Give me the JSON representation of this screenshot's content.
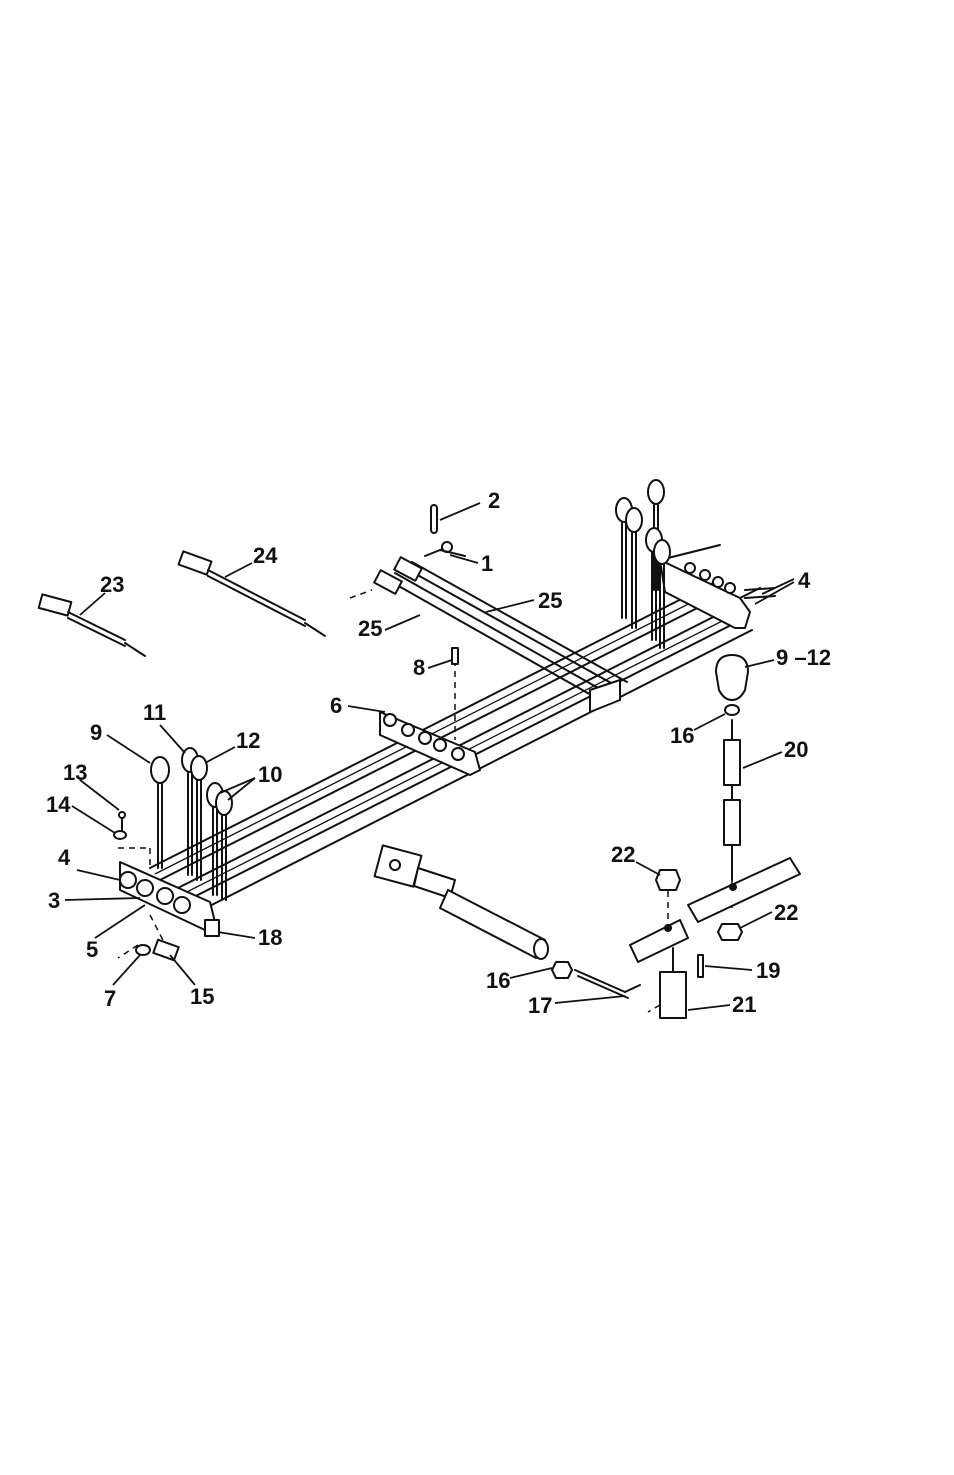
{
  "callouts": [
    {
      "id": "c1",
      "text": "1"
    },
    {
      "id": "c2",
      "text": "2"
    },
    {
      "id": "c3",
      "text": "3"
    },
    {
      "id": "c4a",
      "text": "4"
    },
    {
      "id": "c4b",
      "text": "4"
    },
    {
      "id": "c5",
      "text": "5"
    },
    {
      "id": "c6",
      "text": "6"
    },
    {
      "id": "c7",
      "text": "7"
    },
    {
      "id": "c8",
      "text": "8"
    },
    {
      "id": "c9",
      "text": "9"
    },
    {
      "id": "c912",
      "text": "9 –12"
    },
    {
      "id": "c10",
      "text": "10"
    },
    {
      "id": "c11",
      "text": "11"
    },
    {
      "id": "c12",
      "text": "12"
    },
    {
      "id": "c13",
      "text": "13"
    },
    {
      "id": "c14",
      "text": "14"
    },
    {
      "id": "c15",
      "text": "15"
    },
    {
      "id": "c16a",
      "text": "16"
    },
    {
      "id": "c16b",
      "text": "16"
    },
    {
      "id": "c17",
      "text": "17"
    },
    {
      "id": "c18",
      "text": "18"
    },
    {
      "id": "c19",
      "text": "19"
    },
    {
      "id": "c20",
      "text": "20"
    },
    {
      "id": "c21",
      "text": "21"
    },
    {
      "id": "c22a",
      "text": "22"
    },
    {
      "id": "c22b",
      "text": "22"
    },
    {
      "id": "c23",
      "text": "23"
    },
    {
      "id": "c24",
      "text": "24"
    },
    {
      "id": "c25a",
      "text": "25"
    },
    {
      "id": "c25b",
      "text": "25"
    }
  ]
}
